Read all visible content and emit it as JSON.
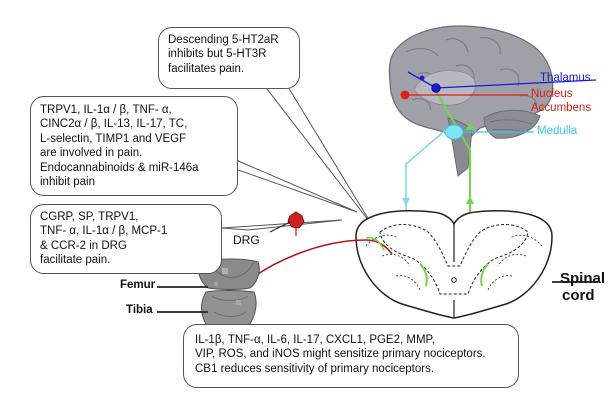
{
  "callouts": {
    "descending": [
      "Descending 5-HT2aR",
      "inhibits but 5-HT3R",
      "facilitates pain."
    ],
    "brain_factors": [
      "TRPV1, IL-1α / β,  TNF- α,",
      "CINC2α / β,  IL-13, IL-17, TC,",
      "L-selectin, TIMP1 and VEGF",
      "are involved in pain.",
      "Endocannabinoids & miR-146a",
      "inhibit pain"
    ],
    "drg_factors": [
      "CGRP, SP, TRPV1,",
      "TNF- α,  IL-1α / β,  MCP-1",
      "& CCR-2 in DRG",
      "facilitate pain."
    ],
    "joint_factors": [
      "IL-1β, TNF-α, IL-6, IL-17, CXCL1, PGE2, MMP,",
      "VIP, ROS, and iNOS might sensitize primary nociceptors.",
      "CB1 reduces sensitivity of primary nociceptors."
    ]
  },
  "labels": {
    "thalamus": "Thalamus",
    "nucleus_accumbens": [
      "Nucleus",
      "Accumbens"
    ],
    "medulla": "Medulla",
    "drg": "DRG",
    "femur": "Femur",
    "tibia": "Tibia",
    "spinal_cord": [
      "Spinal",
      "cord"
    ]
  },
  "colors": {
    "thalamus": "#1a1ad6",
    "nucleus_accumbens": "#e02010",
    "medulla": "#3cc8e8",
    "ascending_pathway": "#70d840",
    "peripheral_nerve": "#b01818",
    "brain": "#9a9aa2"
  }
}
